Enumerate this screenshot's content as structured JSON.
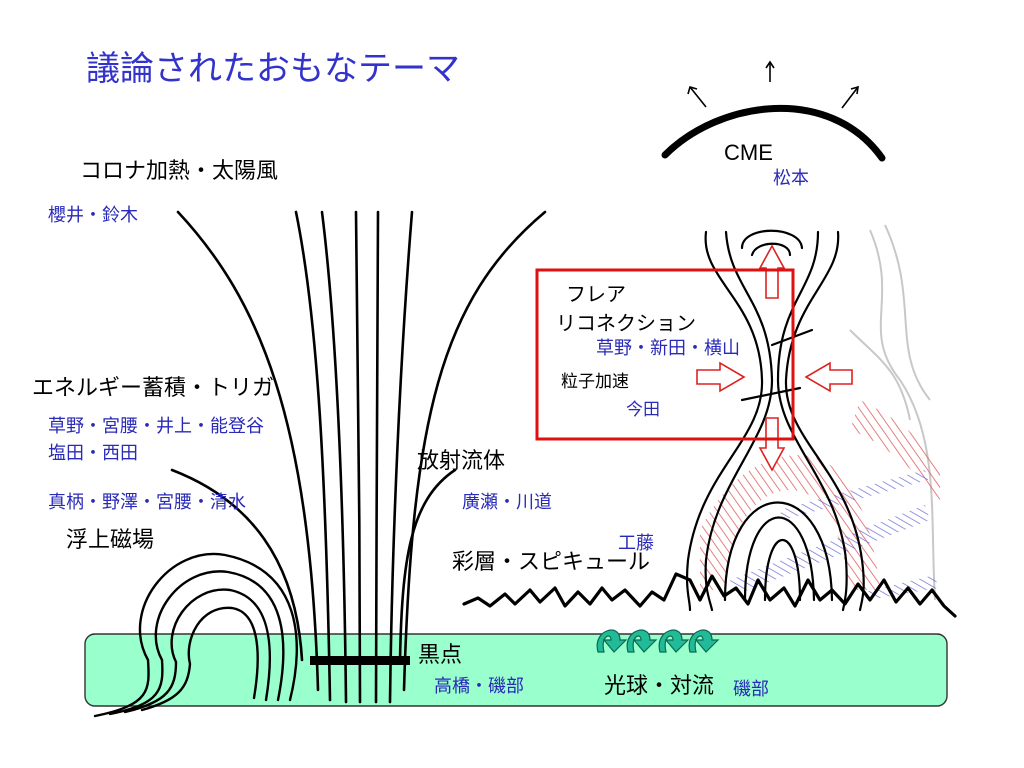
{
  "title": "議論されたおもなテーマ",
  "labels": {
    "corona_heating": "コロナ加熱・太陽風",
    "corona_authors": "櫻井・鈴木",
    "energy_storage": "エネルギー蓄積・トリガ",
    "energy_authors_1": "草野・宮腰・井上・能登谷",
    "energy_authors_2": "塩田・西田",
    "emerging_authors": "真柄・野澤・宮腰・清水",
    "emerging_flux": "浮上磁場",
    "radiative_fluid": "放射流体",
    "radiative_authors": "廣瀬・川道",
    "cme": "CME",
    "cme_author": "松本",
    "flare_1": "フレア",
    "flare_2": "リコネクション",
    "flare_authors": "草野・新田・横山",
    "particle_accel": "粒子加速",
    "particle_author": "今田",
    "chromosphere_author": "工藤",
    "chromosphere": "彩層・スピキュール",
    "sunspot": "黒点",
    "sunspot_authors": "高橋・磯部",
    "photosphere": "光球・対流",
    "photosphere_author": "磯部"
  },
  "colors": {
    "title": "#3333cc",
    "author_text": "#2a2ab8",
    "photosphere_fill": "#99ffcc",
    "flare_box": "#dd1111",
    "convection_arrow": "#22bb99",
    "hatch_red": "#e06060",
    "hatch_blue": "#6a6ad8",
    "faint_lines": "#c8c8c8"
  },
  "icons": {
    "cme_arrows": "up-arrow-icon",
    "outflow_arrows": "hollow-red-arrow-icon",
    "convection": "curved-convection-arrow-icon"
  }
}
